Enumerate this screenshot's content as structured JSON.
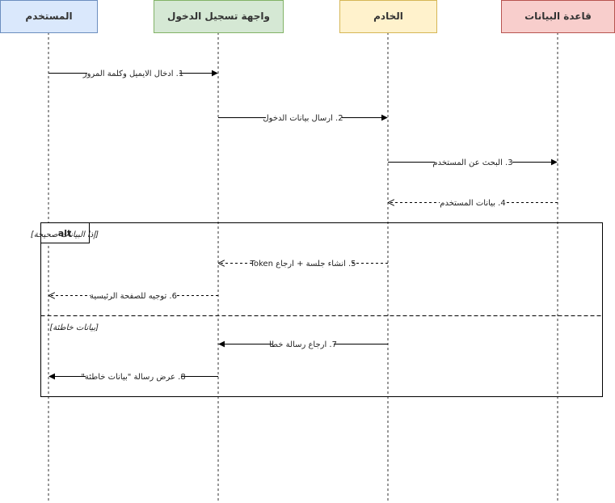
{
  "actors": [
    {
      "id": "user",
      "label": "المستخدم",
      "fill": "#dae8fc",
      "stroke": "#6c8ebf"
    },
    {
      "id": "login_ui",
      "label": "واجهة تسجيل الدخول",
      "fill": "#d5e8d4",
      "stroke": "#82b366"
    },
    {
      "id": "server",
      "label": "الخادم",
      "fill": "#fff2cc",
      "stroke": "#d6b656"
    },
    {
      "id": "database",
      "label": "قاعدة البيانات",
      "fill": "#f8cecc",
      "stroke": "#b85450"
    }
  ],
  "messages": [
    {
      "from": "user",
      "to": "login_ui",
      "label": "1. ادخال الايميل وكلمة المرور",
      "style": "solid"
    },
    {
      "from": "login_ui",
      "to": "server",
      "label": "2. ارسال بيانات الدخول",
      "style": "solid"
    },
    {
      "from": "server",
      "to": "database",
      "label": "3. البحث عن المستخدم",
      "style": "solid"
    },
    {
      "from": "database",
      "to": "server",
      "label": "4. بيانات المستخدم",
      "style": "dashed"
    },
    {
      "from": "server",
      "to": "login_ui",
      "label": "5. انشاء جلسة + ارجاع Token",
      "style": "dashed"
    },
    {
      "from": "login_ui",
      "to": "user",
      "label": "6. توجيه للصفحة الرئيسية",
      "style": "dashed"
    },
    {
      "from": "server",
      "to": "login_ui",
      "label": "7. ارجاع رسالة خطا",
      "style": "solid"
    },
    {
      "from": "login_ui",
      "to": "user",
      "label": "8. عرض رسالة \"بيانات خاطئة\"",
      "style": "solid"
    }
  ],
  "alt": {
    "label": "alt",
    "conditions": [
      "[إذا البيانات صحيحة]",
      "[بيانات خاطئة]"
    ]
  },
  "colors": {
    "line": "#000000",
    "lifeline": "#333333"
  }
}
